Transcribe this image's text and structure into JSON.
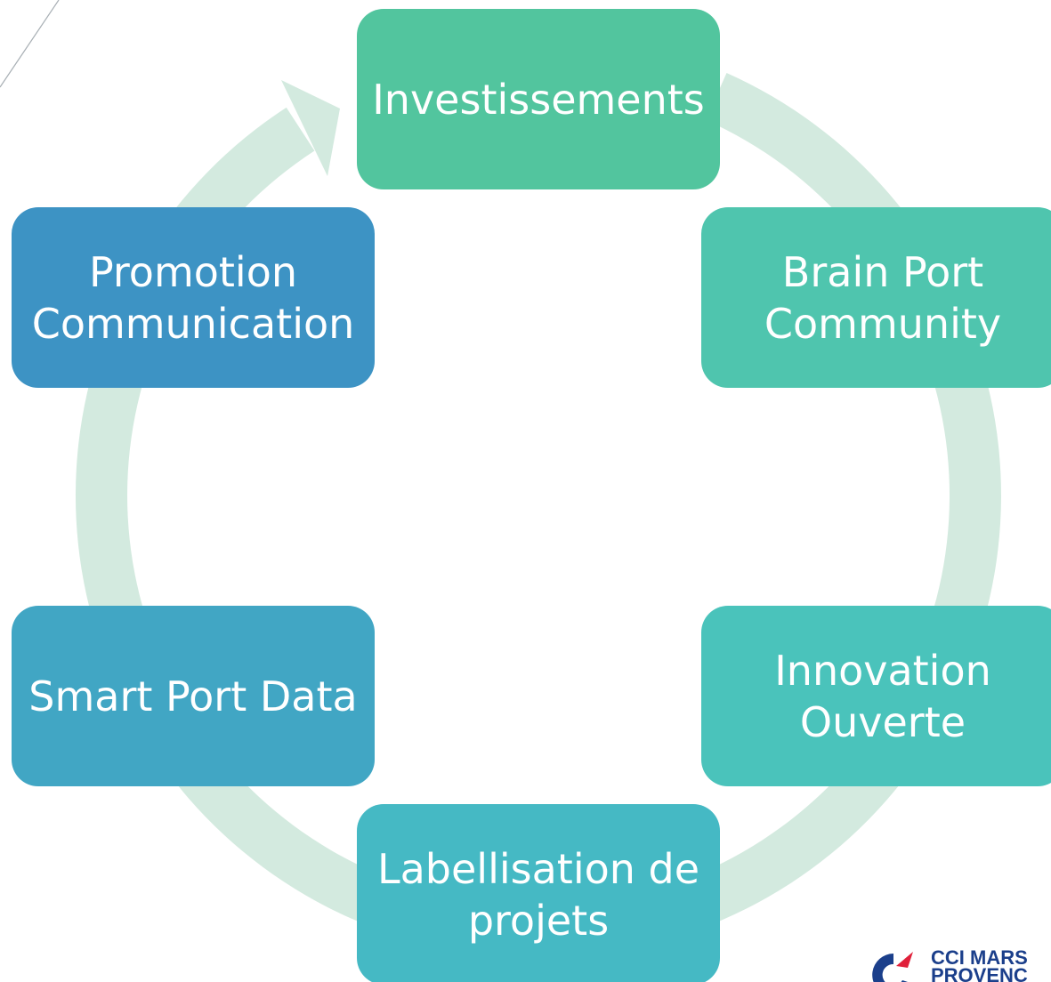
{
  "cycle": {
    "ring_color": "#d3eadf",
    "steps": [
      {
        "lines": [
          "Investissements"
        ],
        "color": "#52c59e"
      },
      {
        "lines": [
          "Brain Port",
          "Community"
        ],
        "color": "#4fc5ae"
      },
      {
        "lines": [
          "Innovation",
          "Ouverte"
        ],
        "color": "#4ac3bb"
      },
      {
        "lines": [
          "Labellisation de",
          "projets"
        ],
        "color": "#45b9c4"
      },
      {
        "lines": [
          "Smart Port Data"
        ],
        "color": "#41a6c4"
      },
      {
        "lines": [
          "Promotion",
          "Communication"
        ],
        "color": "#3d93c4"
      }
    ]
  },
  "logo": {
    "line1": "CCI MARS",
    "line2": "PROVENC",
    "text_color": "#1b3f8b",
    "accent_color": "#e0203a",
    "mark_color": "#1b3f8b"
  },
  "decoration": {
    "line_color": "#a9b0b5"
  }
}
